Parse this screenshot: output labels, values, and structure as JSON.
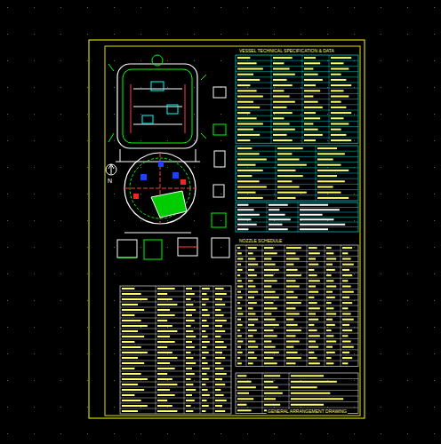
{
  "diagram": {
    "labels": [
      "VESSEL TECHNICAL SPECIFICATION & DATA",
      "N",
      "NOZZLE SCHEDULE",
      "GENERAL ARRANGEMENT DRAWING"
    ]
  }
}
